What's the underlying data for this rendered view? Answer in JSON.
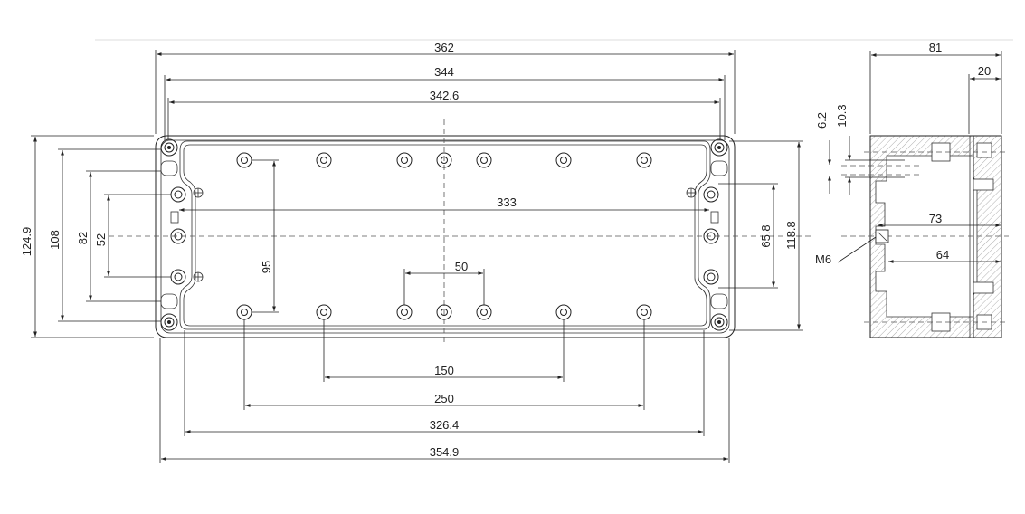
{
  "dimensions": {
    "overall_length": "362",
    "lid_length": "344",
    "inner_length": "342.6",
    "inner_span": "333",
    "outer_hole_span": "354.9",
    "base_hole_span": "326.4",
    "mount_span_250": "250",
    "mount_span_150": "150",
    "center_span_50": "50",
    "vertical_95": "95",
    "height_124_9": "124.9",
    "height_108": "108",
    "height_82": "82",
    "height_52": "52",
    "height_65_8": "65.8",
    "height_118_8": "118.8",
    "side_depth_81": "81",
    "side_depth_20": "20",
    "side_6_2": "6.2",
    "side_10_3": "10.3",
    "side_73": "73",
    "side_64": "64",
    "thread": "M6"
  }
}
